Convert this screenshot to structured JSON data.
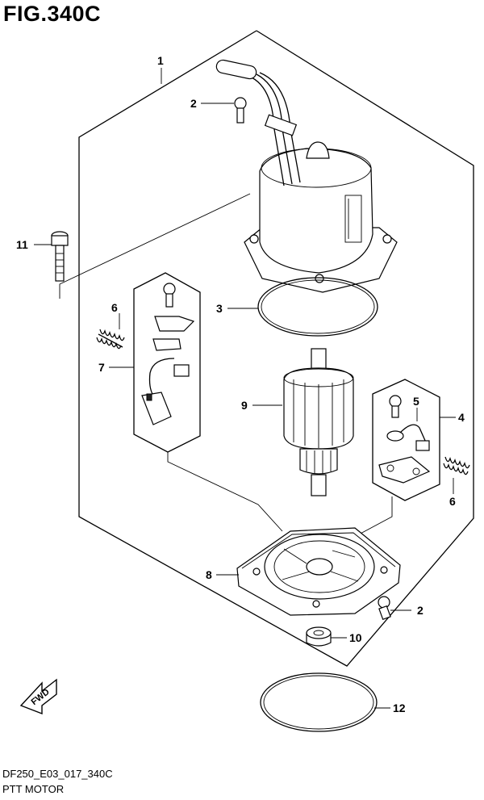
{
  "figure": {
    "title": "FIG.340C",
    "code": "DF250_E03_017_340C",
    "name": "PTT MOTOR",
    "fwd_label": "FWD"
  },
  "callouts": [
    "1",
    "2",
    "3",
    "4",
    "5",
    "6",
    "7",
    "8",
    "9",
    "10",
    "11",
    "12",
    "6",
    "2"
  ]
}
